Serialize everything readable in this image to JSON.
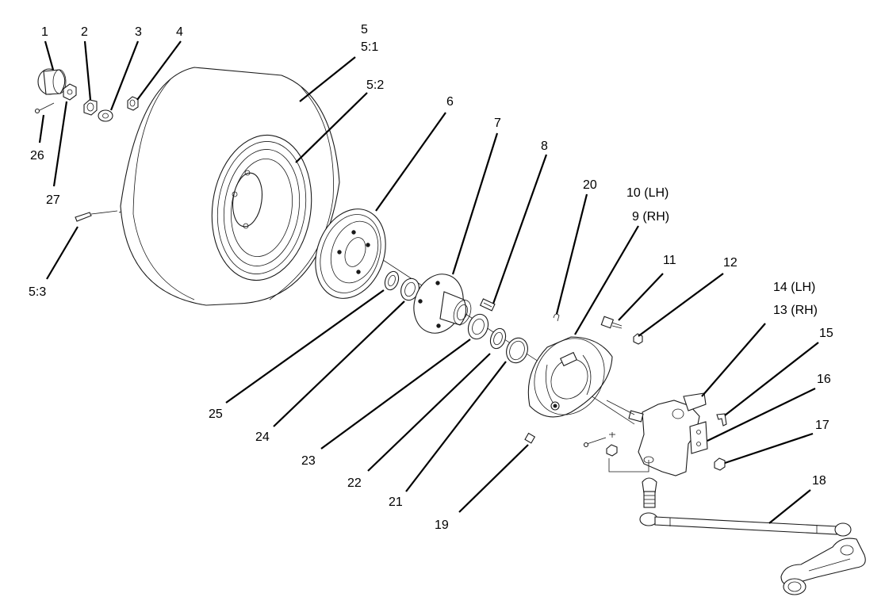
{
  "callouts": {
    "c1": "1",
    "c2": "2",
    "c3": "3",
    "c4": "4",
    "c5": "5",
    "c5_1": "5:1",
    "c5_2": "5:2",
    "c5_3": "5:3",
    "c6": "6",
    "c7": "7",
    "c8": "8",
    "c9": "9  (RH)",
    "c10": "10 (LH)",
    "c11": "11",
    "c12": "12",
    "c13": "13  (RH)",
    "c14": "14 (LH)",
    "c15": "15",
    "c16": "16",
    "c17": "17",
    "c18": "18",
    "c19": "19",
    "c20": "20",
    "c21": "21",
    "c22": "22",
    "c23": "23",
    "c24": "24",
    "c25": "25",
    "c26": "26",
    "c27": "27"
  }
}
